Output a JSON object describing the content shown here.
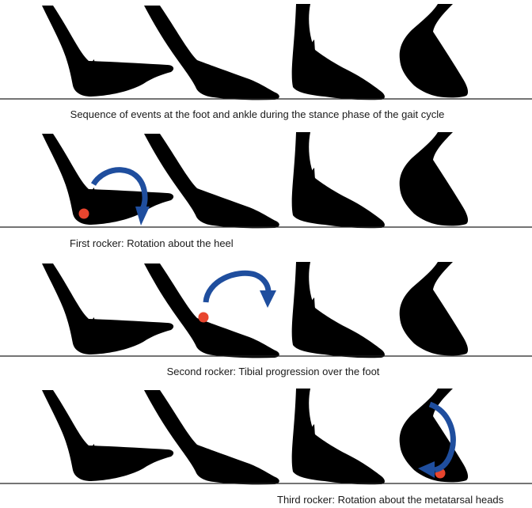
{
  "panels": [
    {
      "caption": "Sequence of events at the foot and ankle during the stance phase of the gait cycle"
    },
    {
      "caption": "First rocker: Rotation about the heel"
    },
    {
      "caption": "Second rocker: Tibial progression over the foot"
    },
    {
      "caption": "Third rocker: Rotation about the metatarsal heads"
    }
  ],
  "colors": {
    "skin": "#f3e2cb",
    "skin_faded": "#fbf3ea",
    "outline": "#1a1a1a",
    "outline_faded": "#d8cdc2",
    "arrow": "#1f4e9e",
    "pivot_dot": "#e8452e"
  }
}
